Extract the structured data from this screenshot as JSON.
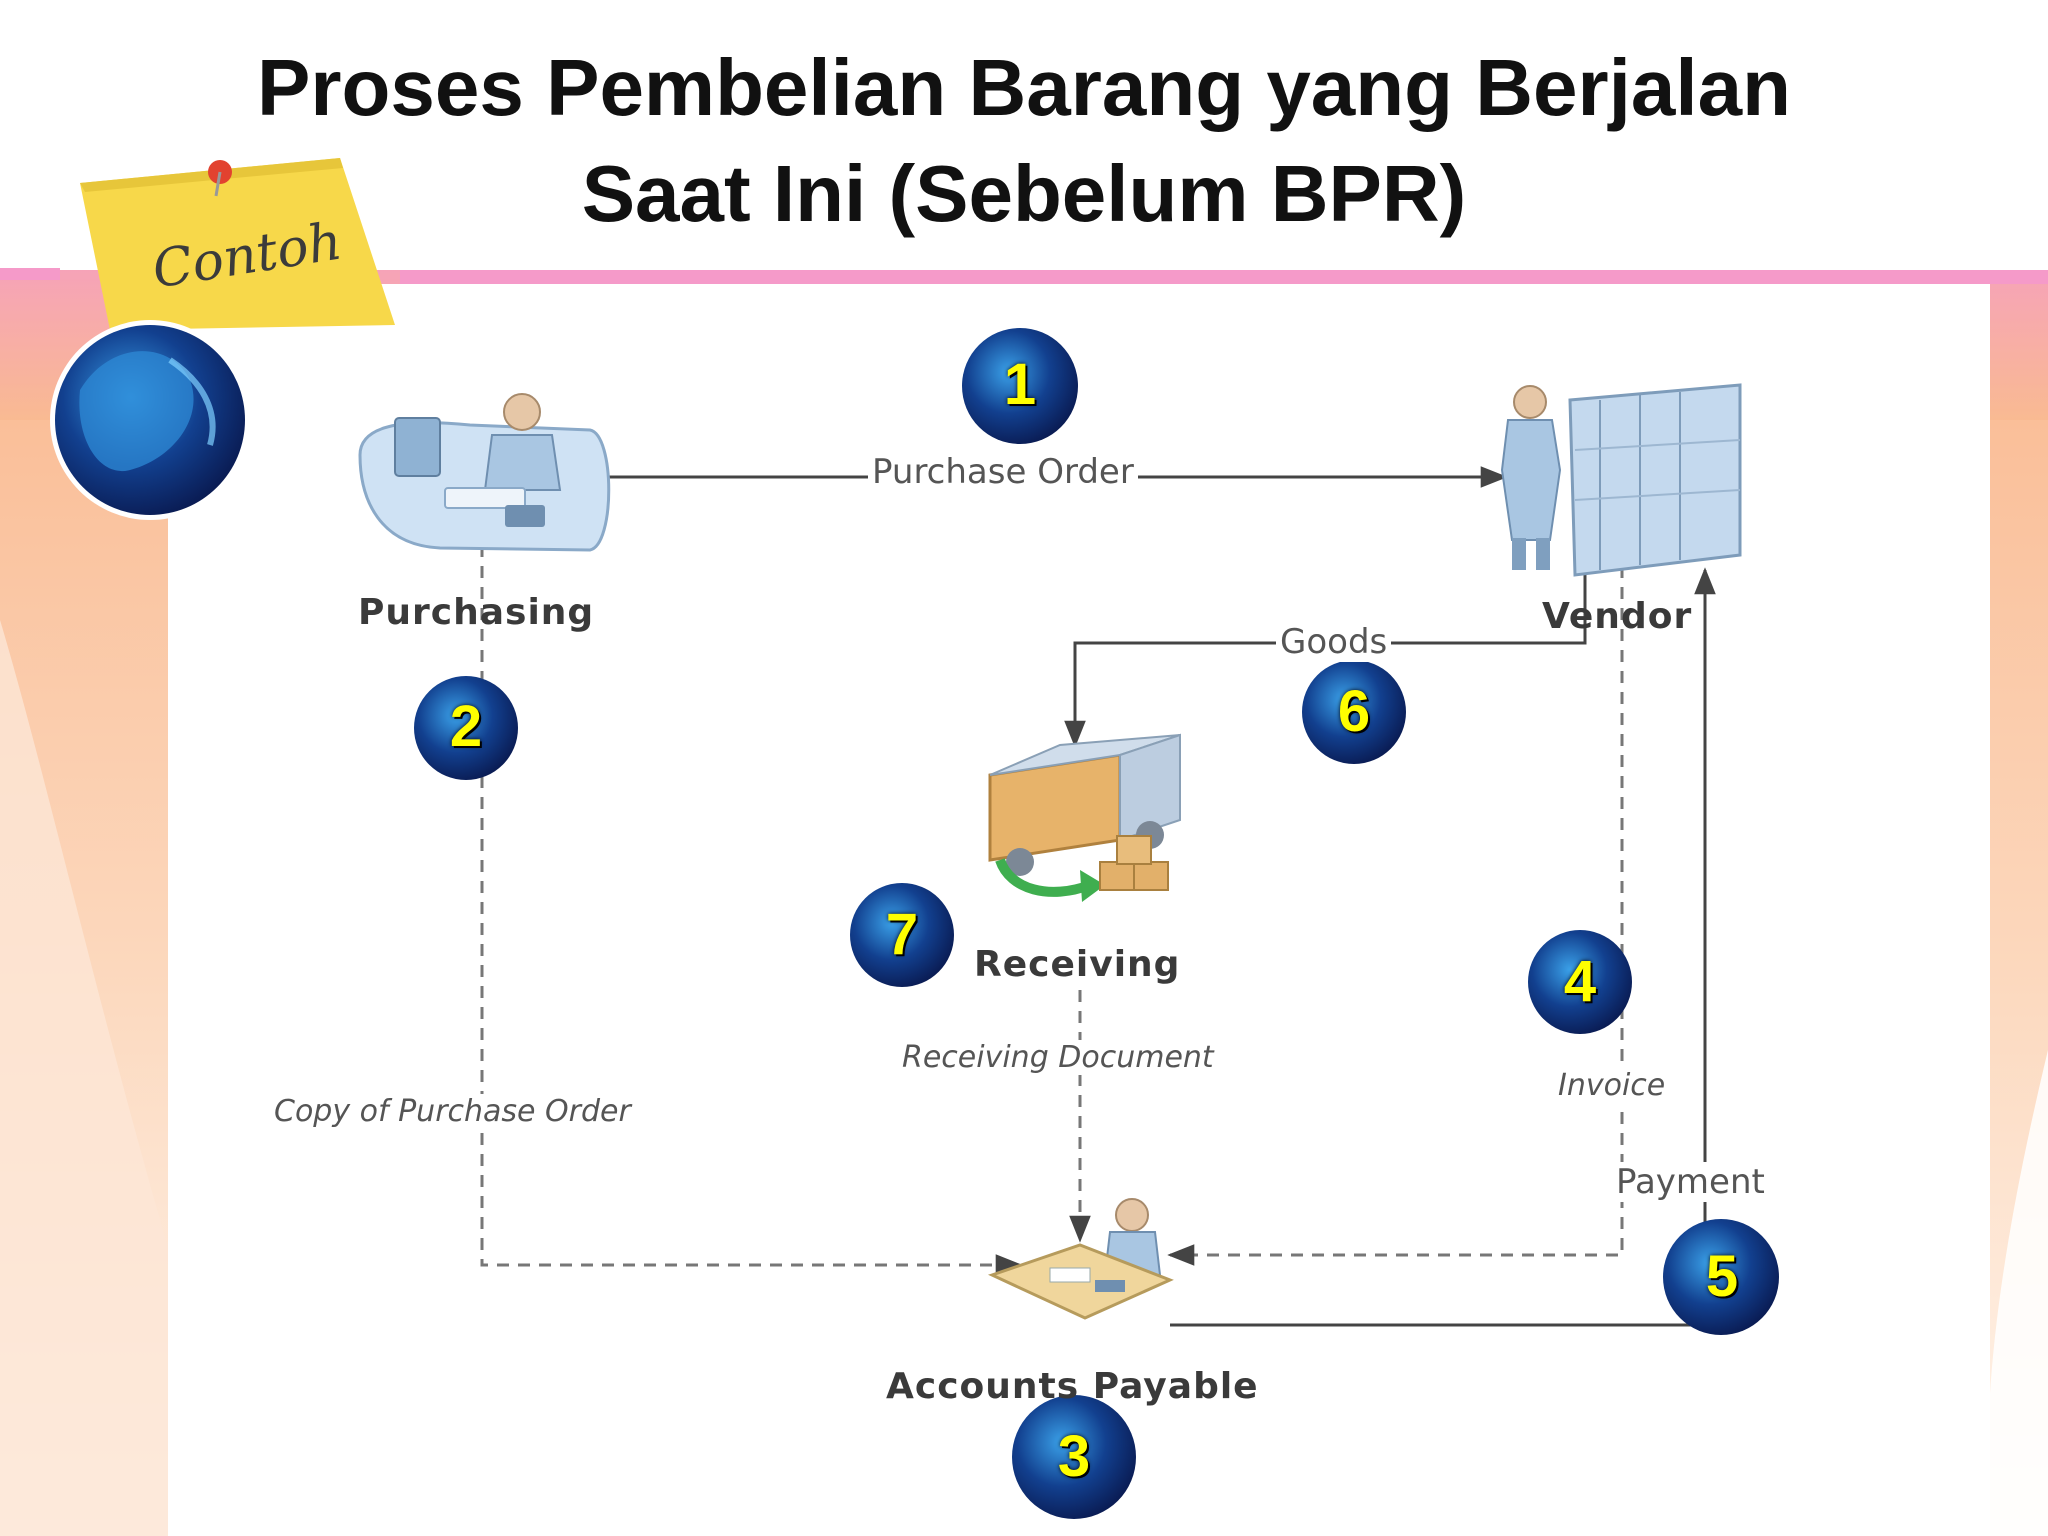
{
  "title": {
    "line1": "Proses Pembelian Barang yang Berjalan",
    "line2": "Saat Ini (Sebelum BPR)"
  },
  "sticky_note": {
    "text": "Contoh",
    "color": "#f7d84a",
    "pin_color": "#e2422f"
  },
  "diagram": {
    "nodes": {
      "purchasing": "Purchasing",
      "vendor": "Vendor",
      "receiving": "Receiving",
      "accounts_payable": "Accounts Payable"
    },
    "flows": {
      "purchase_order": "Purchase Order",
      "goods": "Goods",
      "copy_purchase_order": "Copy of Purchase Order",
      "receiving_document": "Receiving Document",
      "invoice": "Invoice",
      "payment": "Payment"
    },
    "step_markers": [
      "1",
      "2",
      "3",
      "4",
      "5",
      "6",
      "7"
    ]
  },
  "colors": {
    "accent_pink": "#f59ac9",
    "background_peach": "#f9b88f",
    "marker_number": "#ffff00",
    "globe_dark": "#0a1c54",
    "globe_light": "#3aa0e8"
  }
}
